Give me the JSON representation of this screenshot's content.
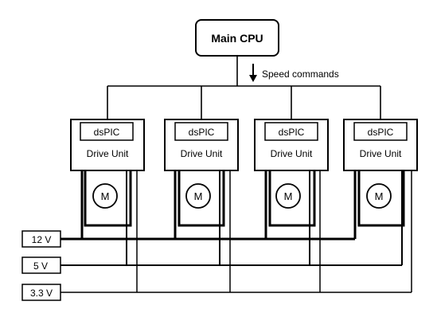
{
  "cpu": {
    "label": "Main CPU"
  },
  "bus": {
    "label": "Speed commands"
  },
  "units": [
    {
      "chip": "dsPIC",
      "label": "Drive Unit",
      "motor": "M"
    },
    {
      "chip": "dsPIC",
      "label": "Drive Unit",
      "motor": "M"
    },
    {
      "chip": "dsPIC",
      "label": "Drive Unit",
      "motor": "M"
    },
    {
      "chip": "dsPIC",
      "label": "Drive Unit",
      "motor": "M"
    }
  ],
  "rails": [
    {
      "label": "12 V"
    },
    {
      "label": "5 V"
    },
    {
      "label": "3.3 V"
    }
  ]
}
